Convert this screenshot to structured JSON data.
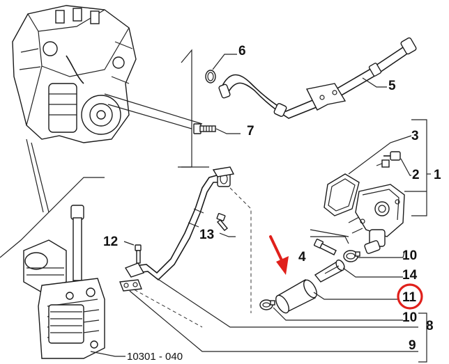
{
  "callouts": {
    "c1": "1",
    "c2": "2",
    "c3": "3",
    "c4": "4",
    "c5": "5",
    "c6": "6",
    "c7": "7",
    "c8": "8",
    "c9": "9",
    "c10a": "10",
    "c10b": "10",
    "c11": "11",
    "c12": "12",
    "c13": "13",
    "c14": "14"
  },
  "reference_code": "10301 - 040",
  "highlight": {
    "circle_color": "#e0201b",
    "arrow_color": "#e0201b",
    "highlighted_callout": "11"
  }
}
